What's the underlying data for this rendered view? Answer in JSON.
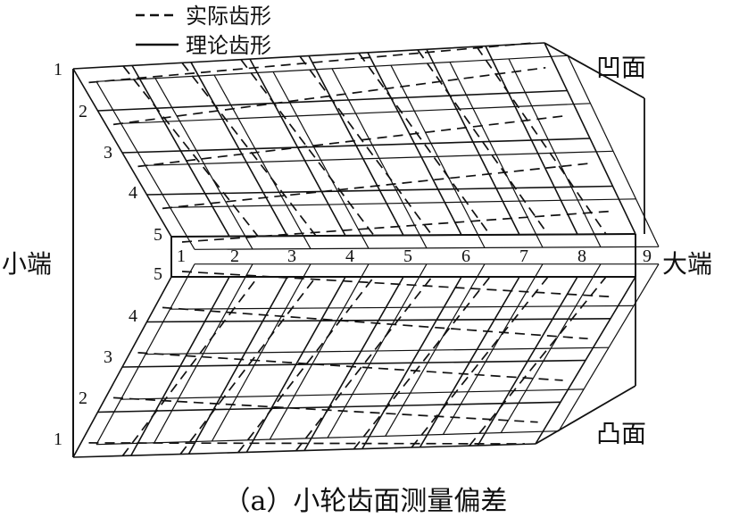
{
  "legend": {
    "items": [
      {
        "label": "实际齿形",
        "style": "dashed"
      },
      {
        "label": "理论齿形",
        "style": "solid"
      }
    ]
  },
  "labels": {
    "concave": "凹面",
    "convex": "凸面",
    "small_end": "小端",
    "large_end": "大端"
  },
  "axes": {
    "length_ticks": [
      "1",
      "2",
      "3",
      "4",
      "5",
      "6",
      "7",
      "8",
      "9"
    ],
    "top_height_ticks": [
      "1",
      "2",
      "3",
      "4",
      "5"
    ],
    "bottom_height_ticks": [
      "5",
      "4",
      "3",
      "2",
      "1"
    ]
  },
  "caption": "（a）小轮齿面测量偏差",
  "colors": {
    "line": "#111111",
    "background": "#ffffff"
  }
}
